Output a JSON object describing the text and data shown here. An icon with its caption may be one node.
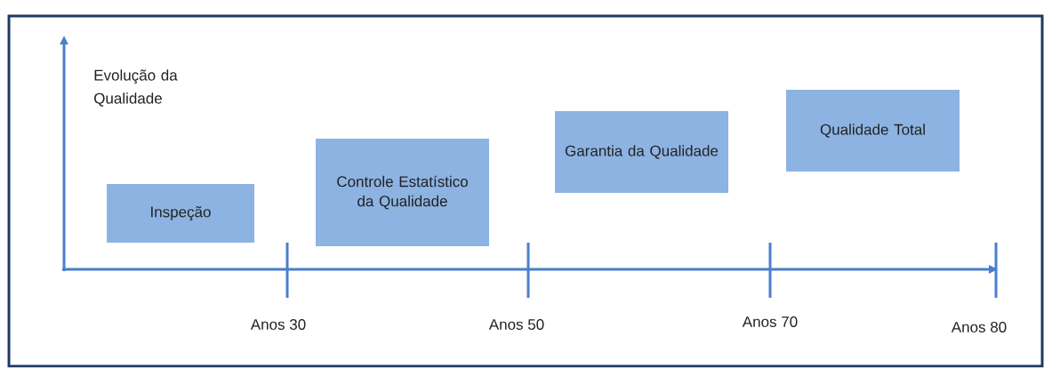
{
  "diagram": {
    "nodes": [
      {
        "text": [
          "Inspeção"
        ]
      },
      {
        "text": [
          "Controle Estatístico da Qualidade"
        ]
      },
      {
        "text": [
          "Garantia da Qualidade"
        ]
      },
      {
        "text": [
          "Qualidade Total"
        ]
      }
    ],
    "labels": [
      "Evolução da Qualidade",
      "Anos 30",
      "Anos 50",
      "Anos 70",
      "Anos 80"
    ]
  }
}
